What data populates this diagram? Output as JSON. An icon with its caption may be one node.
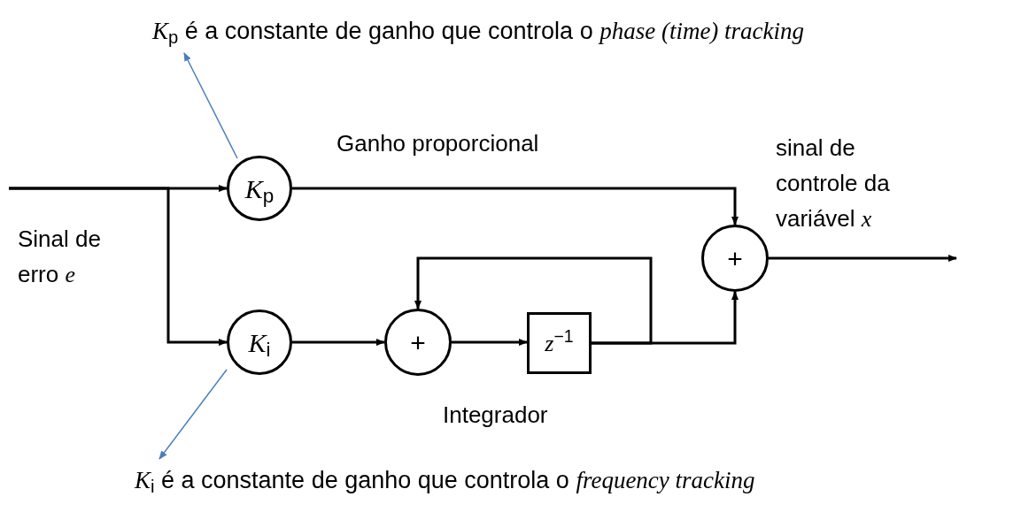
{
  "diagram": {
    "nodes": [
      {
        "text": [
          "*K*$_{p}$"
        ]
      },
      {
        "text": [
          "*K*$_{i}$"
        ]
      },
      {
        "text": [
          "+"
        ]
      },
      {
        "text": [
          "*z*$^{−1}$"
        ]
      },
      {
        "text": [
          "+"
        ]
      },
      {
        "text": [
          "*K*$_{p}$ é a constante de ganho que controla o *phase (time) tracking*"
        ]
      },
      {
        "text": [
          "*K*$_{i}$ é a constante de ganho que controla o *frequency tracking*"
        ]
      }
    ],
    "edges": [
      {
        "from": null,
        "to": 0,
        "arrow": "to"
      },
      {
        "from": null,
        "to": 1,
        "arrow": "to"
      },
      {
        "from": 0,
        "to": 4,
        "arrow": "to"
      },
      {
        "from": 1,
        "to": 2,
        "arrow": "to"
      },
      {
        "from": 2,
        "to": 3,
        "arrow": "to"
      },
      {
        "from": 3,
        "to": 4,
        "arrow": "to"
      },
      {
        "from": 3,
        "to": 2,
        "arrow": "to"
      },
      {
        "from": 4,
        "to": null,
        "arrow": "to"
      },
      {
        "from": 0,
        "to": 5,
        "arrow": "to",
        "color": "#4a7ebb"
      },
      {
        "from": 1,
        "to": 6,
        "arrow": "to",
        "color": "#4a7ebb"
      }
    ],
    "labels": [
      "Ganho proporcional",
      "sinal de controle da variável *x*",
      "Sinal de erro *e*",
      "Integrador"
    ]
  }
}
